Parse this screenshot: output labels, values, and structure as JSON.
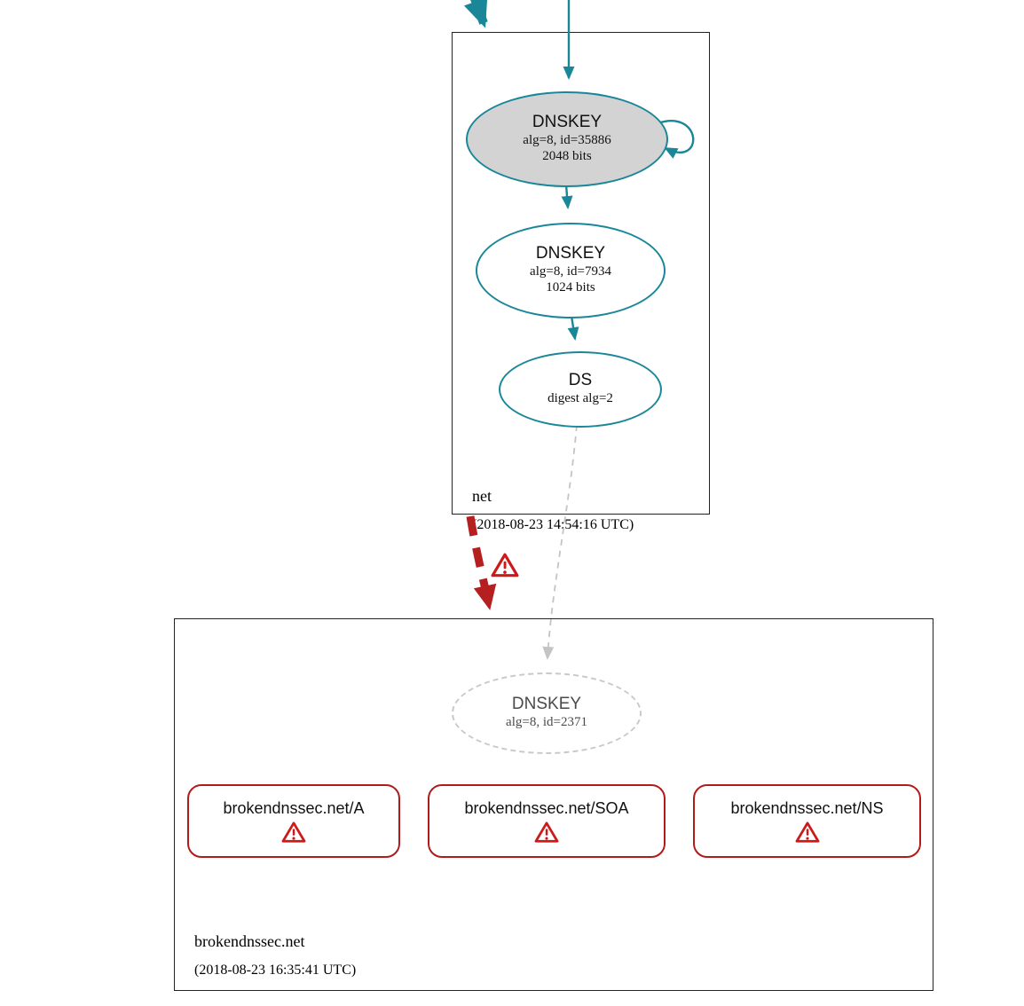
{
  "zones": [
    {
      "name": "net",
      "timestamp": "(2018-08-23 14:54:16 UTC)",
      "nodes": {
        "ksk": {
          "title": "DNSKEY",
          "detail1": "alg=8, id=35886",
          "detail2": "2048 bits"
        },
        "zsk": {
          "title": "DNSKEY",
          "detail1": "alg=8, id=7934",
          "detail2": "1024 bits"
        },
        "ds": {
          "title": "DS",
          "detail1": "digest alg=2"
        }
      }
    },
    {
      "name": "brokendnssec.net",
      "timestamp": "(2018-08-23 16:35:41 UTC)",
      "nodes": {
        "dnskey": {
          "title": "DNSKEY",
          "detail1": "alg=8, id=2371"
        }
      },
      "rrsets": [
        {
          "label": "brokendnssec.net/A"
        },
        {
          "label": "brokendnssec.net/SOA"
        },
        {
          "label": "brokendnssec.net/NS"
        }
      ]
    }
  ],
  "colors": {
    "secure_teal": "#1a8799",
    "error_red": "#b51f1f",
    "warning_icon_red": "#cc1a1a",
    "insecure_gray": "#c4c4c4",
    "ksk_fill_gray": "#d3d3d3"
  },
  "icons": {
    "warning": "warning-triangle-icon"
  }
}
